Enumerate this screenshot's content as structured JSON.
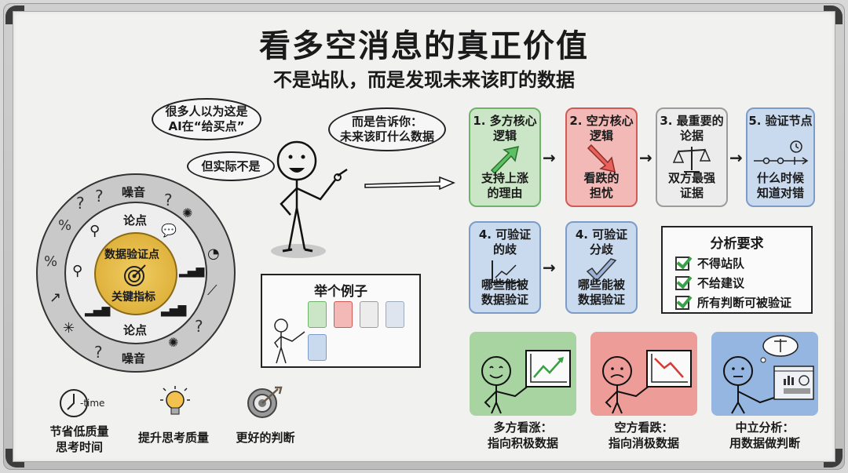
{
  "header": {
    "title": "看多空消息的真正价值",
    "subtitle": "不是站队，而是发现未来该盯的数据"
  },
  "bubbles": {
    "left_top": "很多人以为这是AI在“给买点”",
    "left_top_line1": "很多人以为这是",
    "left_top_line2": "AI在“给买点”",
    "left_bottom": "但实际不是",
    "right_line1": "而是告诉你：",
    "right_line2": "未来该盯什么数据"
  },
  "circle": {
    "outer_top": "噪音",
    "outer_bottom": "噪音",
    "middle_top": "论点",
    "middle_bottom": "论点",
    "core_top": "数据验证点",
    "core_bottom": "关键指标",
    "core_color": "#e3b53a"
  },
  "flow": {
    "cards": [
      {
        "title1": "1. 多方核心",
        "title2": "逻辑",
        "desc1": "支持上涨",
        "desc2": "的理由",
        "color": "green",
        "icon": "arrow-up-icon"
      },
      {
        "title1": "2. 空方核心",
        "title2": "逻辑",
        "desc1": "看跌的",
        "desc2": "担忧",
        "color": "red",
        "icon": "arrow-down-icon"
      },
      {
        "title1": "3. 最重要的",
        "title2": "论据",
        "desc1": "双方最强",
        "desc2": "证据",
        "color": "grey",
        "icon": "scale-icon"
      },
      {
        "title1": "5. 验证节点",
        "title2": "",
        "desc1": "什么时候",
        "desc2": "知道对错",
        "color": "blue",
        "icon": "timeline-clock-icon"
      },
      {
        "title1": "4. 可验证",
        "title2": "的歧",
        "desc1": "哪些能被",
        "desc2": "数据验证",
        "color": "blue",
        "icon": "line-chart-icon"
      },
      {
        "title1": "4. 可验证",
        "title2": "分歧",
        "desc1": "哪些能被",
        "desc2": "数据验证",
        "color": "blue",
        "icon": "checkmark-icon"
      }
    ]
  },
  "requirements": {
    "title": "分析要求",
    "items": [
      "不得站队",
      "不给建议",
      "所有判断可被验证"
    ]
  },
  "example": {
    "title": "举个例子"
  },
  "panels": [
    {
      "line1": "多方看涨：",
      "line2": "指向积极数据",
      "bg": "#a7d4a0"
    },
    {
      "line1": "空方看跌：",
      "line2": "指向消极数据",
      "bg": "#ee9c97"
    },
    {
      "line1": "中立分析：",
      "line2": "用数据做判断",
      "bg": "#94b6e0"
    }
  ],
  "benefits": [
    {
      "line1": "节省低质量",
      "line2": "思考时间",
      "icon_text": "-time"
    },
    {
      "line1": "提升思考质量",
      "line2": ""
    },
    {
      "line1": "更好的判断",
      "line2": ""
    }
  ],
  "colors": {
    "green": "#cbe6c6",
    "red": "#f3b9b6",
    "grey": "#ececec",
    "blue": "#c9d9ee",
    "gold": "#e3b53a"
  }
}
